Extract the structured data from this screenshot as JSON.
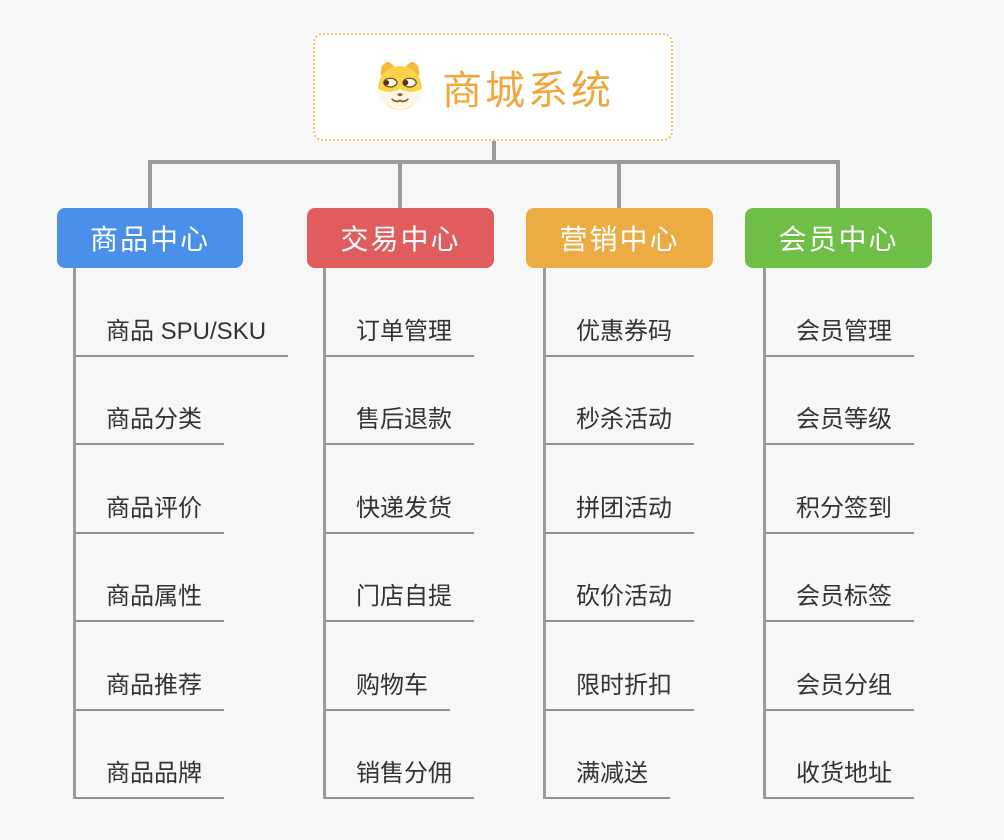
{
  "theme": {
    "background": "#F7F7F7",
    "connector_color": "#9B9B9B",
    "underline_color": "#909090",
    "item_text_color": "#333333",
    "root_text_color": "#F0A73E",
    "root_border_color": "#F6C36B",
    "root_background": "#FFFFFF"
  },
  "root": {
    "label": "商城系统",
    "icon": "dog-face-icon"
  },
  "branches": [
    {
      "label": "商品中心",
      "color": "#4A8FE9",
      "children": [
        "商品 SPU/SKU",
        "商品分类",
        "商品评价",
        "商品属性",
        "商品推荐",
        "商品品牌"
      ]
    },
    {
      "label": "交易中心",
      "color": "#E15C5C",
      "children": [
        "订单管理",
        "售后退款",
        "快递发货",
        "门店自提",
        "购物车",
        "销售分佣"
      ]
    },
    {
      "label": "营销中心",
      "color": "#ECAC44",
      "children": [
        "优惠券码",
        "秒杀活动",
        "拼团活动",
        "砍价活动",
        "限时折扣",
        "满减送"
      ]
    },
    {
      "label": "会员中心",
      "color": "#6FBE45",
      "children": [
        "会员管理",
        "会员等级",
        "积分签到",
        "会员标签",
        "会员分组",
        "收货地址"
      ]
    }
  ]
}
